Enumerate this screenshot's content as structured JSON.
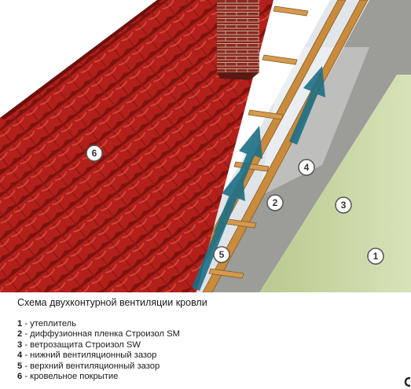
{
  "title": "Схема двухконтурной вентиляции кровли",
  "legend": [
    {
      "num": "1",
      "text": " - утеплитель"
    },
    {
      "num": "2",
      "text": " - диффузионная пленка Строизол SM"
    },
    {
      "num": "3",
      "text": " - ветрозащита Строизол SW"
    },
    {
      "num": "4",
      "text": " - нижний вентиляционный зазор"
    },
    {
      "num": "5",
      "text": " - верхний вентиляционный зазор"
    },
    {
      "num": "6",
      "text": " - кровельное покрытие"
    }
  ],
  "colors": {
    "tile": "#b3201b",
    "tile_dark": "#6e0f0c",
    "chimney": "#8a2a22",
    "batten": "#c98b3c",
    "membrane": "#d8dfe3",
    "windbarrier": "#9c9c98",
    "insulation": "#c8d6a4",
    "arrow": "#1d6f86"
  },
  "icons": [
    "arrow-up-icon"
  ]
}
